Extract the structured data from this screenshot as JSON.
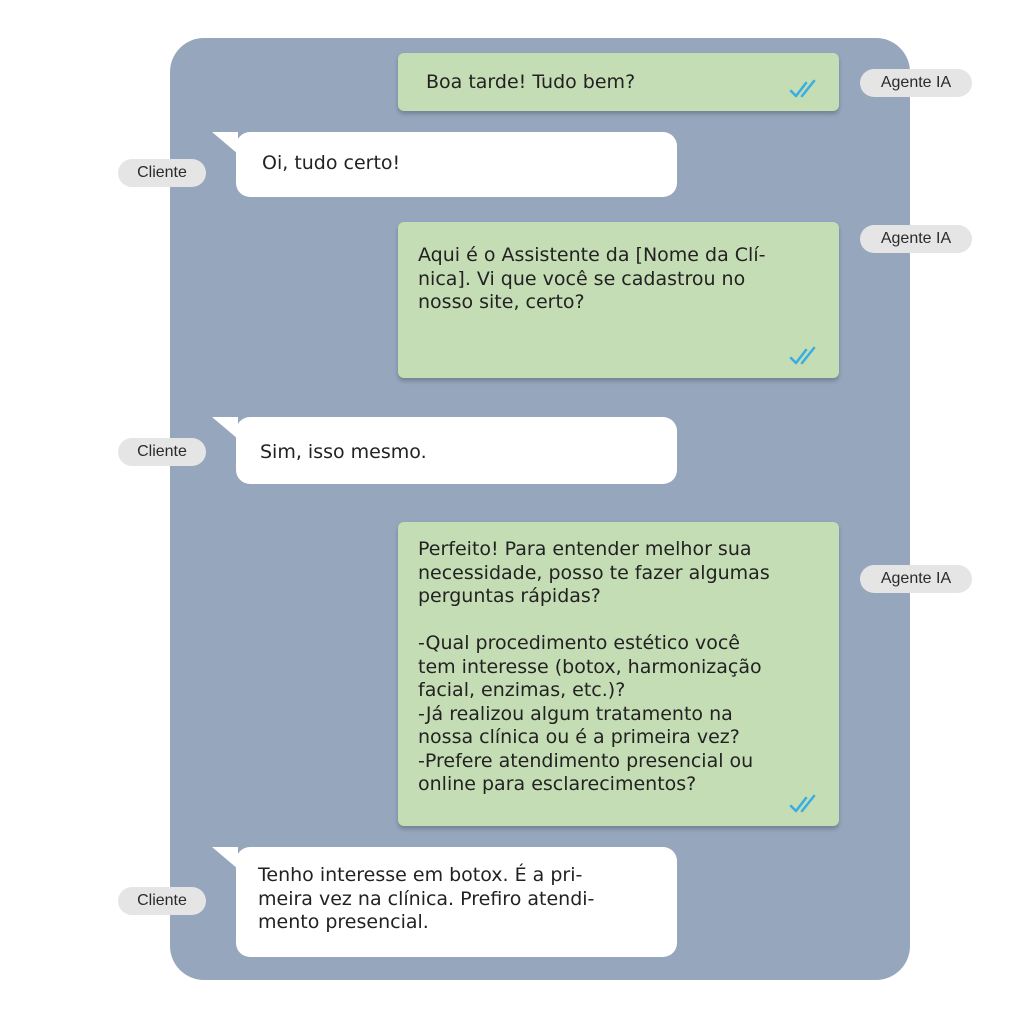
{
  "messages": [
    {
      "sender": "Agente IA",
      "text": "Boa tarde! Tudo bem?",
      "read": true
    },
    {
      "sender": "Cliente",
      "text": "Oi, tudo certo!"
    },
    {
      "sender": "Agente IA",
      "text": "Aqui é o Assistente da [Nome da Clí-\nnica]. Vi que você se cadastrou no\nnosso site, certo?",
      "read": true
    },
    {
      "sender": "Cliente",
      "text": "Sim, isso mesmo."
    },
    {
      "sender": "Agente IA",
      "text": " Perfeito! Para entender melhor sua\nnecessidade, posso te fazer algumas\nperguntas rápidas?\n\n-Qual procedimento estético você\ntem interesse (botox, harmonização\nfacial, enzimas, etc.)?\n-Já realizou algum tratamento na\nnossa clínica ou é a primeira vez?\n-Prefere atendimento presencial ou\nonline para esclarecimentos?",
      "read": true
    },
    {
      "sender": "Cliente",
      "text": "Tenho interesse em botox. É a pri-\nmeira vez na clínica. Prefiro atendi-\nmento presencial."
    }
  ],
  "colors": {
    "panel_background": "#96a6bd",
    "agent_bubble": "#c5ddb5",
    "client_bubble": "#ffffff",
    "read_ticks": "#3aaee0",
    "sender_tag": "#e5e5e5"
  },
  "icons": {
    "read_receipt": "double-check-icon"
  }
}
